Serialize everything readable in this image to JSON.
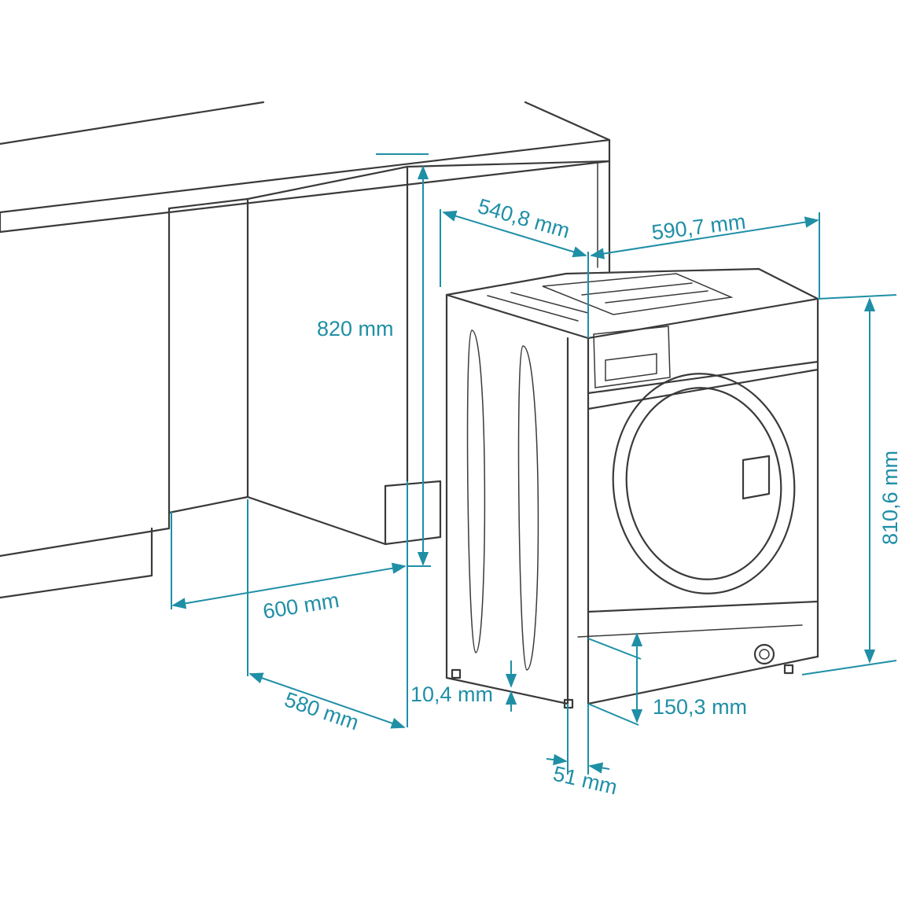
{
  "colors": {
    "dimension": "#1f8fa6",
    "outline": "#3a3a3a",
    "background": "#ffffff"
  },
  "dimensions": {
    "machine_depth": "540,8 mm",
    "machine_width": "590,7 mm",
    "niche_height": "820 mm",
    "machine_height": "810,6 mm",
    "niche_width": "600 mm",
    "niche_depth": "580 mm",
    "foot_height": "10,4 mm",
    "plinth_height": "150,3 mm",
    "plinth_setback": "51 mm"
  }
}
